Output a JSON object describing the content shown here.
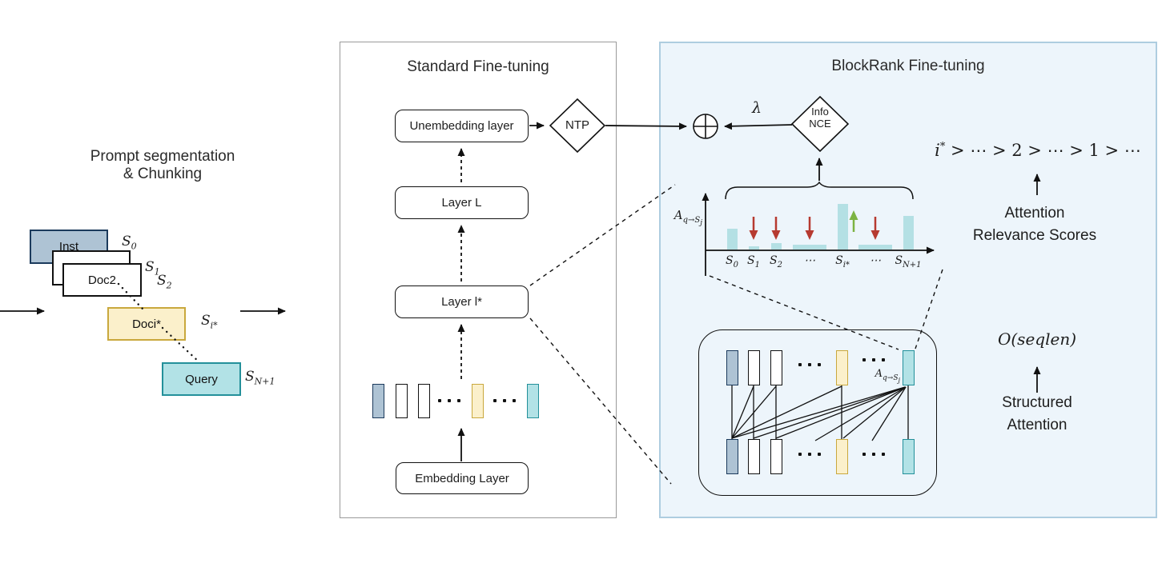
{
  "left_panel": {
    "title_line1": "Prompt segmentation",
    "title_line2": "& Chunking",
    "cards": [
      {
        "label": "Inst",
        "tag_base": "S",
        "tag_sub": "0"
      },
      {
        "label": "",
        "tag_base": "S",
        "tag_sub": "1"
      },
      {
        "label": "Doc2",
        "tag_base": "S",
        "tag_sub": "2"
      },
      {
        "label": "Doci*",
        "tag_base": "S",
        "tag_sub": "i*"
      },
      {
        "label": "Query",
        "tag_base": "S",
        "tag_sub": "N+1"
      }
    ]
  },
  "standard_panel": {
    "title": "Standard Fine-tuning",
    "unembedding_label": "Unembedding layer",
    "layer_L_label": "Layer L",
    "layer_lstar_label": "Layer l*",
    "embedding_label": "Embedding Layer",
    "ntp_label": "NTP"
  },
  "blockrank_panel": {
    "title": "BlockRank Fine-tuning",
    "lambda_label": "λ",
    "infonce_line1": "Info",
    "infonce_line2": "NCE",
    "ranking_var": "i",
    "ranking_sup": "*",
    "ranking_rest": " > ⋯ > 2 > ⋯ > 1 > ⋯",
    "attention_scores_line1": "Attention",
    "attention_scores_line2": "Relevance Scores",
    "complexity_label": "O(seqlen)",
    "structured_line1": "Structured",
    "structured_line2": "Attention",
    "axis_label_base": "A",
    "axis_label_sub": "q→S",
    "axis_label_subsub": "j",
    "attn_edge_label_base": "A",
    "attn_edge_label_sub": "q→S",
    "attn_edge_label_subsub": "j"
  },
  "chart_data": {
    "type": "bar",
    "title": "",
    "xlabel": "",
    "ylabel": "A_q→S_j (attention relevance score)",
    "categories": [
      "S_0",
      "S_1",
      "S_2",
      "⋯",
      "S_i*",
      "⋯",
      "S_N+1"
    ],
    "values": [
      0.33,
      0.05,
      0.1,
      0.08,
      0.71,
      0.08,
      0.53
    ],
    "ylim": [
      0,
      1
    ],
    "grid": false,
    "legend": false,
    "annotations": [
      "",
      "down",
      "down",
      "down",
      "up",
      "down",
      ""
    ],
    "tick_labels": [
      {
        "base": "S",
        "sub": "0"
      },
      {
        "base": "S",
        "sub": "1"
      },
      {
        "base": "S",
        "sub": "2"
      },
      {
        "base": "⋯",
        "sub": ""
      },
      {
        "base": "S",
        "sub": "i*"
      },
      {
        "base": "⋯",
        "sub": ""
      },
      {
        "base": "S",
        "sub": "N+1"
      }
    ]
  },
  "colors": {
    "inst_fill": "#aec3d4",
    "inst_border": "#1b3a5c",
    "doc_fill": "#ffffff",
    "doc_border": "#111111",
    "target_fill": "#fbf0cb",
    "target_border": "#c9a83d",
    "query_fill": "#b2e2e6",
    "query_border": "#23909a",
    "panel_fill": "#edf5fb",
    "panel_border": "#aecde0",
    "bar_fill": "#b4e0e4",
    "down_arrow": "#b63a30",
    "up_arrow": "#7cb342",
    "line": "#111111"
  }
}
